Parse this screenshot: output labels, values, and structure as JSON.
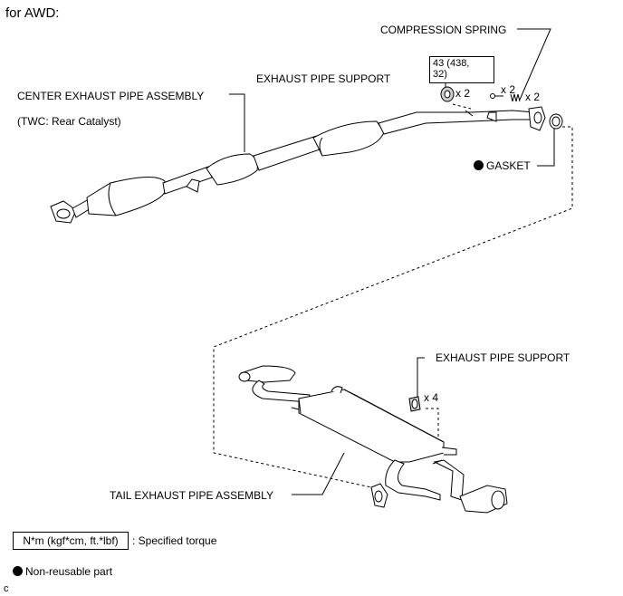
{
  "title": "for AWD:",
  "labels": {
    "compression_spring": "COMPRESSION SPRING",
    "exhaust_pipe_support_top": "EXHAUST PIPE SUPPORT",
    "center_exhaust_pipe": "CENTER EXHAUST PIPE ASSEMBLY",
    "twc_note": "(TWC: Rear Catalyst)",
    "gasket": "GASKET",
    "exhaust_pipe_support_bottom": "EXHAUST PIPE SUPPORT",
    "tail_exhaust_pipe": "TAIL EXHAUST PIPE ASSEMBLY"
  },
  "torque_spec": {
    "line1": "43 (438,",
    "line2": "32)"
  },
  "quantities": {
    "support_top": "x 2",
    "bolt": "x 2",
    "spring": "x 2",
    "support_bottom": "x 4"
  },
  "legend": {
    "torque_box": "N*m (kgf*cm, ft.*lbf)",
    "torque_text": ": Specified torque",
    "non_reusable": "Non-reusable part"
  },
  "corner_mark": "c",
  "colors": {
    "line": "#000000",
    "fill": "#ffffff",
    "shade": "#d0d0d0"
  }
}
